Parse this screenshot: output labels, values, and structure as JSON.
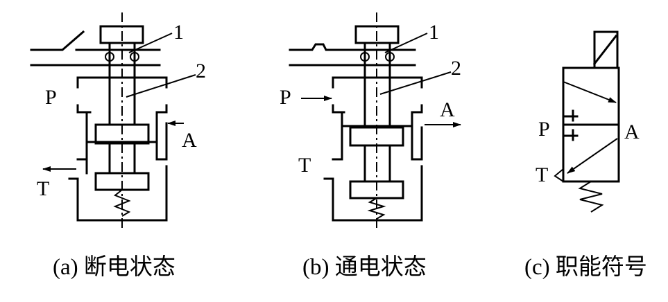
{
  "panels": {
    "a": {
      "caption": "(a) 断电状态",
      "callout_1": "1",
      "callout_2": "2",
      "port_p": "P",
      "port_a": "A",
      "port_t": "T"
    },
    "b": {
      "caption": "(b) 通电状态",
      "callout_1": "1",
      "callout_2": "2",
      "port_p": "P",
      "port_a": "A",
      "port_t": "T"
    },
    "c": {
      "caption": "(c) 职能符号",
      "port_p": "P",
      "port_a": "A",
      "port_t": "T"
    }
  }
}
